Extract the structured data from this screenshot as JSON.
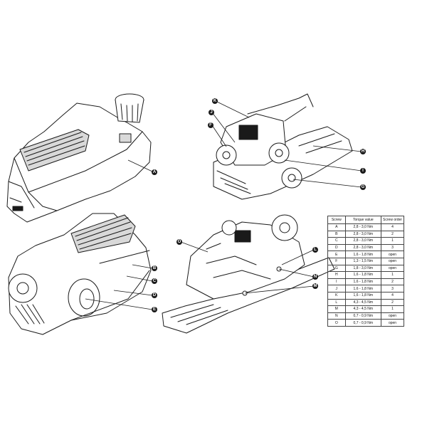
{
  "callouts": {
    "A": "A",
    "B": "B",
    "C": "C",
    "D": "D",
    "E": "E",
    "F": "F",
    "G": "G",
    "H": "H",
    "I": "I",
    "J": "J",
    "K": "K",
    "L": "L",
    "M": "M",
    "N": "N",
    "O": "O"
  },
  "table": {
    "headers": {
      "screw": "Screw",
      "torque": "Torque value",
      "order": "Screw order"
    },
    "rows": [
      {
        "screw": "A",
        "torque": "2,8 - 3,0 Nm",
        "order": "4"
      },
      {
        "screw": "B",
        "torque": "2,8 - 3,0 Nm",
        "order": "2"
      },
      {
        "screw": "C",
        "torque": "2,8 - 3,0 Nm",
        "order": "1"
      },
      {
        "screw": "D",
        "torque": "2,8 - 3,0 Nm",
        "order": "3"
      },
      {
        "screw": "E",
        "torque": "1,6 - 1,8 Nm",
        "order": "open"
      },
      {
        "screw": "F",
        "torque": "1,3 - 1,5 Nm",
        "order": "open"
      },
      {
        "screw": "G",
        "torque": "1,8 - 3,0 Nm",
        "order": "open"
      },
      {
        "screw": "H",
        "torque": "1,6 - 1,8 Nm",
        "order": "1"
      },
      {
        "screw": "I",
        "torque": "1,6 - 1,8 Nm",
        "order": "2"
      },
      {
        "screw": "J",
        "torque": "1,6 - 1,8 Nm",
        "order": "3"
      },
      {
        "screw": "K",
        "torque": "1,6 - 1,8 Nm",
        "order": "4"
      },
      {
        "screw": "L",
        "torque": "4,3 - 4,5 Nm",
        "order": "2"
      },
      {
        "screw": "M",
        "torque": "4,3 - 4,5 Nm",
        "order": "1"
      },
      {
        "screw": "N",
        "torque": "0,7 - 0,9 Nm",
        "order": "open"
      },
      {
        "screw": "O",
        "torque": "0,7 - 0,9 Nm",
        "order": "open"
      }
    ]
  }
}
